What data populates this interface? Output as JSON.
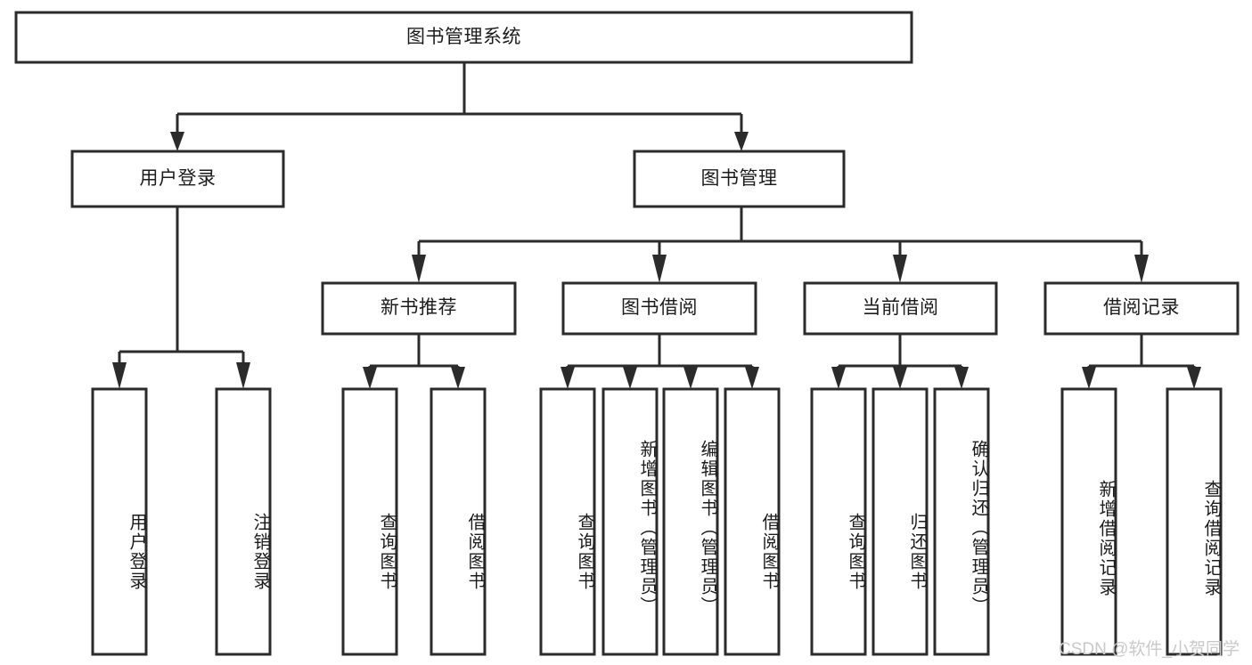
{
  "diagram": {
    "type": "tree-hierarchy",
    "title_node": "图书管理系统",
    "background_color": "#ffffff",
    "line_color": "#2b2b2b",
    "text_color": "#1c1c1c",
    "levels": 4,
    "nodes": {
      "root": {
        "label": "图书管理系统",
        "orientation": "horizontal"
      },
      "l2_user_login": {
        "label": "用户登录",
        "orientation": "horizontal"
      },
      "l2_book_manage": {
        "label": "图书管理",
        "orientation": "horizontal"
      },
      "l3_new_book_rec": {
        "label": "新书推荐",
        "orientation": "horizontal"
      },
      "l3_book_borrow": {
        "label": "图书借阅",
        "orientation": "horizontal"
      },
      "l3_current_borrow": {
        "label": "当前借阅",
        "orientation": "horizontal"
      },
      "l3_borrow_record": {
        "label": "借阅记录",
        "orientation": "horizontal"
      },
      "leaf_user_login": {
        "label": "用户登录",
        "orientation": "vertical"
      },
      "leaf_user_logout": {
        "label": "注销登录",
        "orientation": "vertical"
      },
      "leaf_query_book_a": {
        "label": "查询图书",
        "orientation": "vertical"
      },
      "leaf_borrow_book_a": {
        "label": "借阅图书",
        "orientation": "vertical"
      },
      "leaf_query_book_b": {
        "label": "查询图书",
        "orientation": "vertical"
      },
      "leaf_add_book": {
        "label": "新增图书（管理员）",
        "orientation": "vertical"
      },
      "leaf_edit_book": {
        "label": "编辑图书（管理员）",
        "orientation": "vertical"
      },
      "leaf_borrow_book_b": {
        "label": "借阅图书",
        "orientation": "vertical"
      },
      "leaf_query_book_c": {
        "label": "查询图书",
        "orientation": "vertical"
      },
      "leaf_return_book": {
        "label": "归还图书",
        "orientation": "vertical"
      },
      "leaf_confirm_return": {
        "label": "确认归还（管理员）",
        "orientation": "vertical"
      },
      "leaf_add_record": {
        "label": "新增借阅记录",
        "orientation": "vertical"
      },
      "leaf_query_record": {
        "label": "查询借阅记录",
        "orientation": "vertical"
      }
    },
    "edges": [
      {
        "from": "root",
        "to": "l2_user_login"
      },
      {
        "from": "root",
        "to": "l2_book_manage"
      },
      {
        "from": "l2_user_login",
        "to": "leaf_user_login"
      },
      {
        "from": "l2_user_login",
        "to": "leaf_user_logout"
      },
      {
        "from": "l2_book_manage",
        "to": "l3_new_book_rec"
      },
      {
        "from": "l2_book_manage",
        "to": "l3_book_borrow"
      },
      {
        "from": "l2_book_manage",
        "to": "l3_current_borrow"
      },
      {
        "from": "l2_book_manage",
        "to": "l3_borrow_record"
      },
      {
        "from": "l3_new_book_rec",
        "to": "leaf_query_book_a"
      },
      {
        "from": "l3_new_book_rec",
        "to": "leaf_borrow_book_a"
      },
      {
        "from": "l3_book_borrow",
        "to": "leaf_query_book_b"
      },
      {
        "from": "l3_book_borrow",
        "to": "leaf_add_book"
      },
      {
        "from": "l3_book_borrow",
        "to": "leaf_edit_book"
      },
      {
        "from": "l3_book_borrow",
        "to": "leaf_borrow_book_b"
      },
      {
        "from": "l3_current_borrow",
        "to": "leaf_query_book_c"
      },
      {
        "from": "l3_current_borrow",
        "to": "leaf_return_book"
      },
      {
        "from": "l3_current_borrow",
        "to": "leaf_confirm_return"
      },
      {
        "from": "l3_borrow_record",
        "to": "leaf_add_record"
      },
      {
        "from": "l3_borrow_record",
        "to": "leaf_query_record"
      }
    ]
  },
  "watermark": {
    "text": "CSDN @软件_小贺同学"
  }
}
